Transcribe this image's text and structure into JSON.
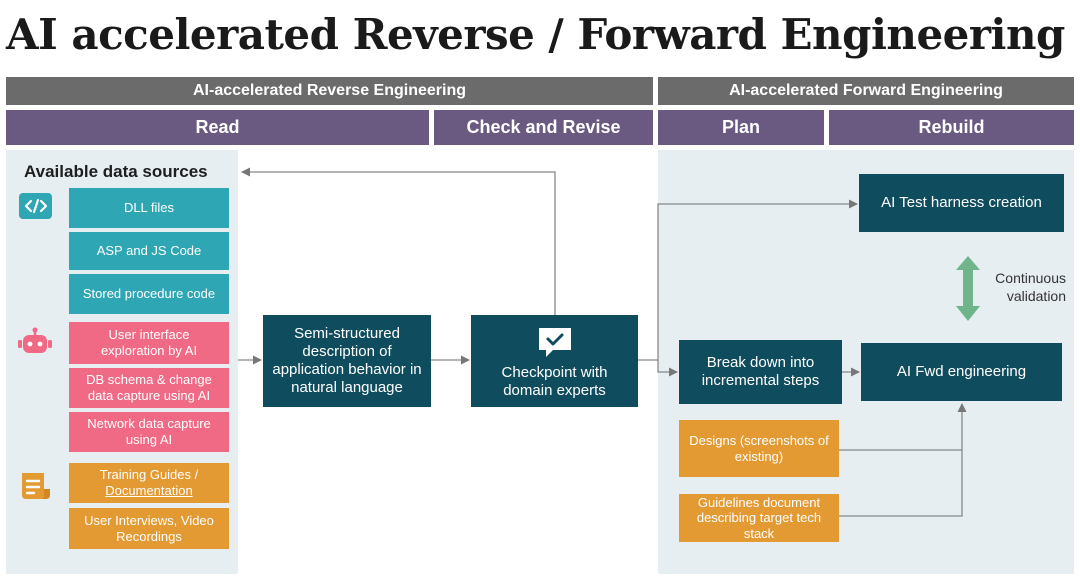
{
  "title": "AI accelerated Reverse / Forward Engineering",
  "phases": {
    "reverse": "AI-accelerated Reverse Engineering",
    "forward": "AI-accelerated Forward Engineering"
  },
  "steps": {
    "read": "Read",
    "check": "Check and Revise",
    "plan": "Plan",
    "rebuild": "Rebuild"
  },
  "sources": {
    "heading": "Available data sources",
    "code": [
      "DLL files",
      "ASP and JS Code",
      "Stored procedure code"
    ],
    "ai_capture": [
      "User interface exploration by AI",
      "DB schema & change data capture using AI",
      "Network data capture using AI"
    ],
    "docs": [
      "Training Guides / ",
      "Documentation",
      "User Interviews, Video Recordings"
    ]
  },
  "flow": {
    "description": "Semi-structured description of application behavior in natural language",
    "checkpoint": "Checkpoint with domain experts",
    "breakdown": "Break down into incremental steps",
    "test_harness": "AI Test harness creation",
    "fwd_engineering": "AI Fwd engineering",
    "validation": "Continuous validation",
    "designs": "Designs (screenshots of existing)",
    "guidelines": "Guidelines document describing target tech stack"
  },
  "colors": {
    "teal": "#2fa6b4",
    "pink": "#f06a86",
    "orange": "#e39a33",
    "dark_teal": "#0f4d5e",
    "purple": "#6a5a82",
    "gray": "#6b6b6b",
    "green": "#6fb48a"
  },
  "icons": [
    "code-icon",
    "robot-icon",
    "document-icon",
    "checkmark-chat-icon",
    "double-arrow-icon"
  ]
}
